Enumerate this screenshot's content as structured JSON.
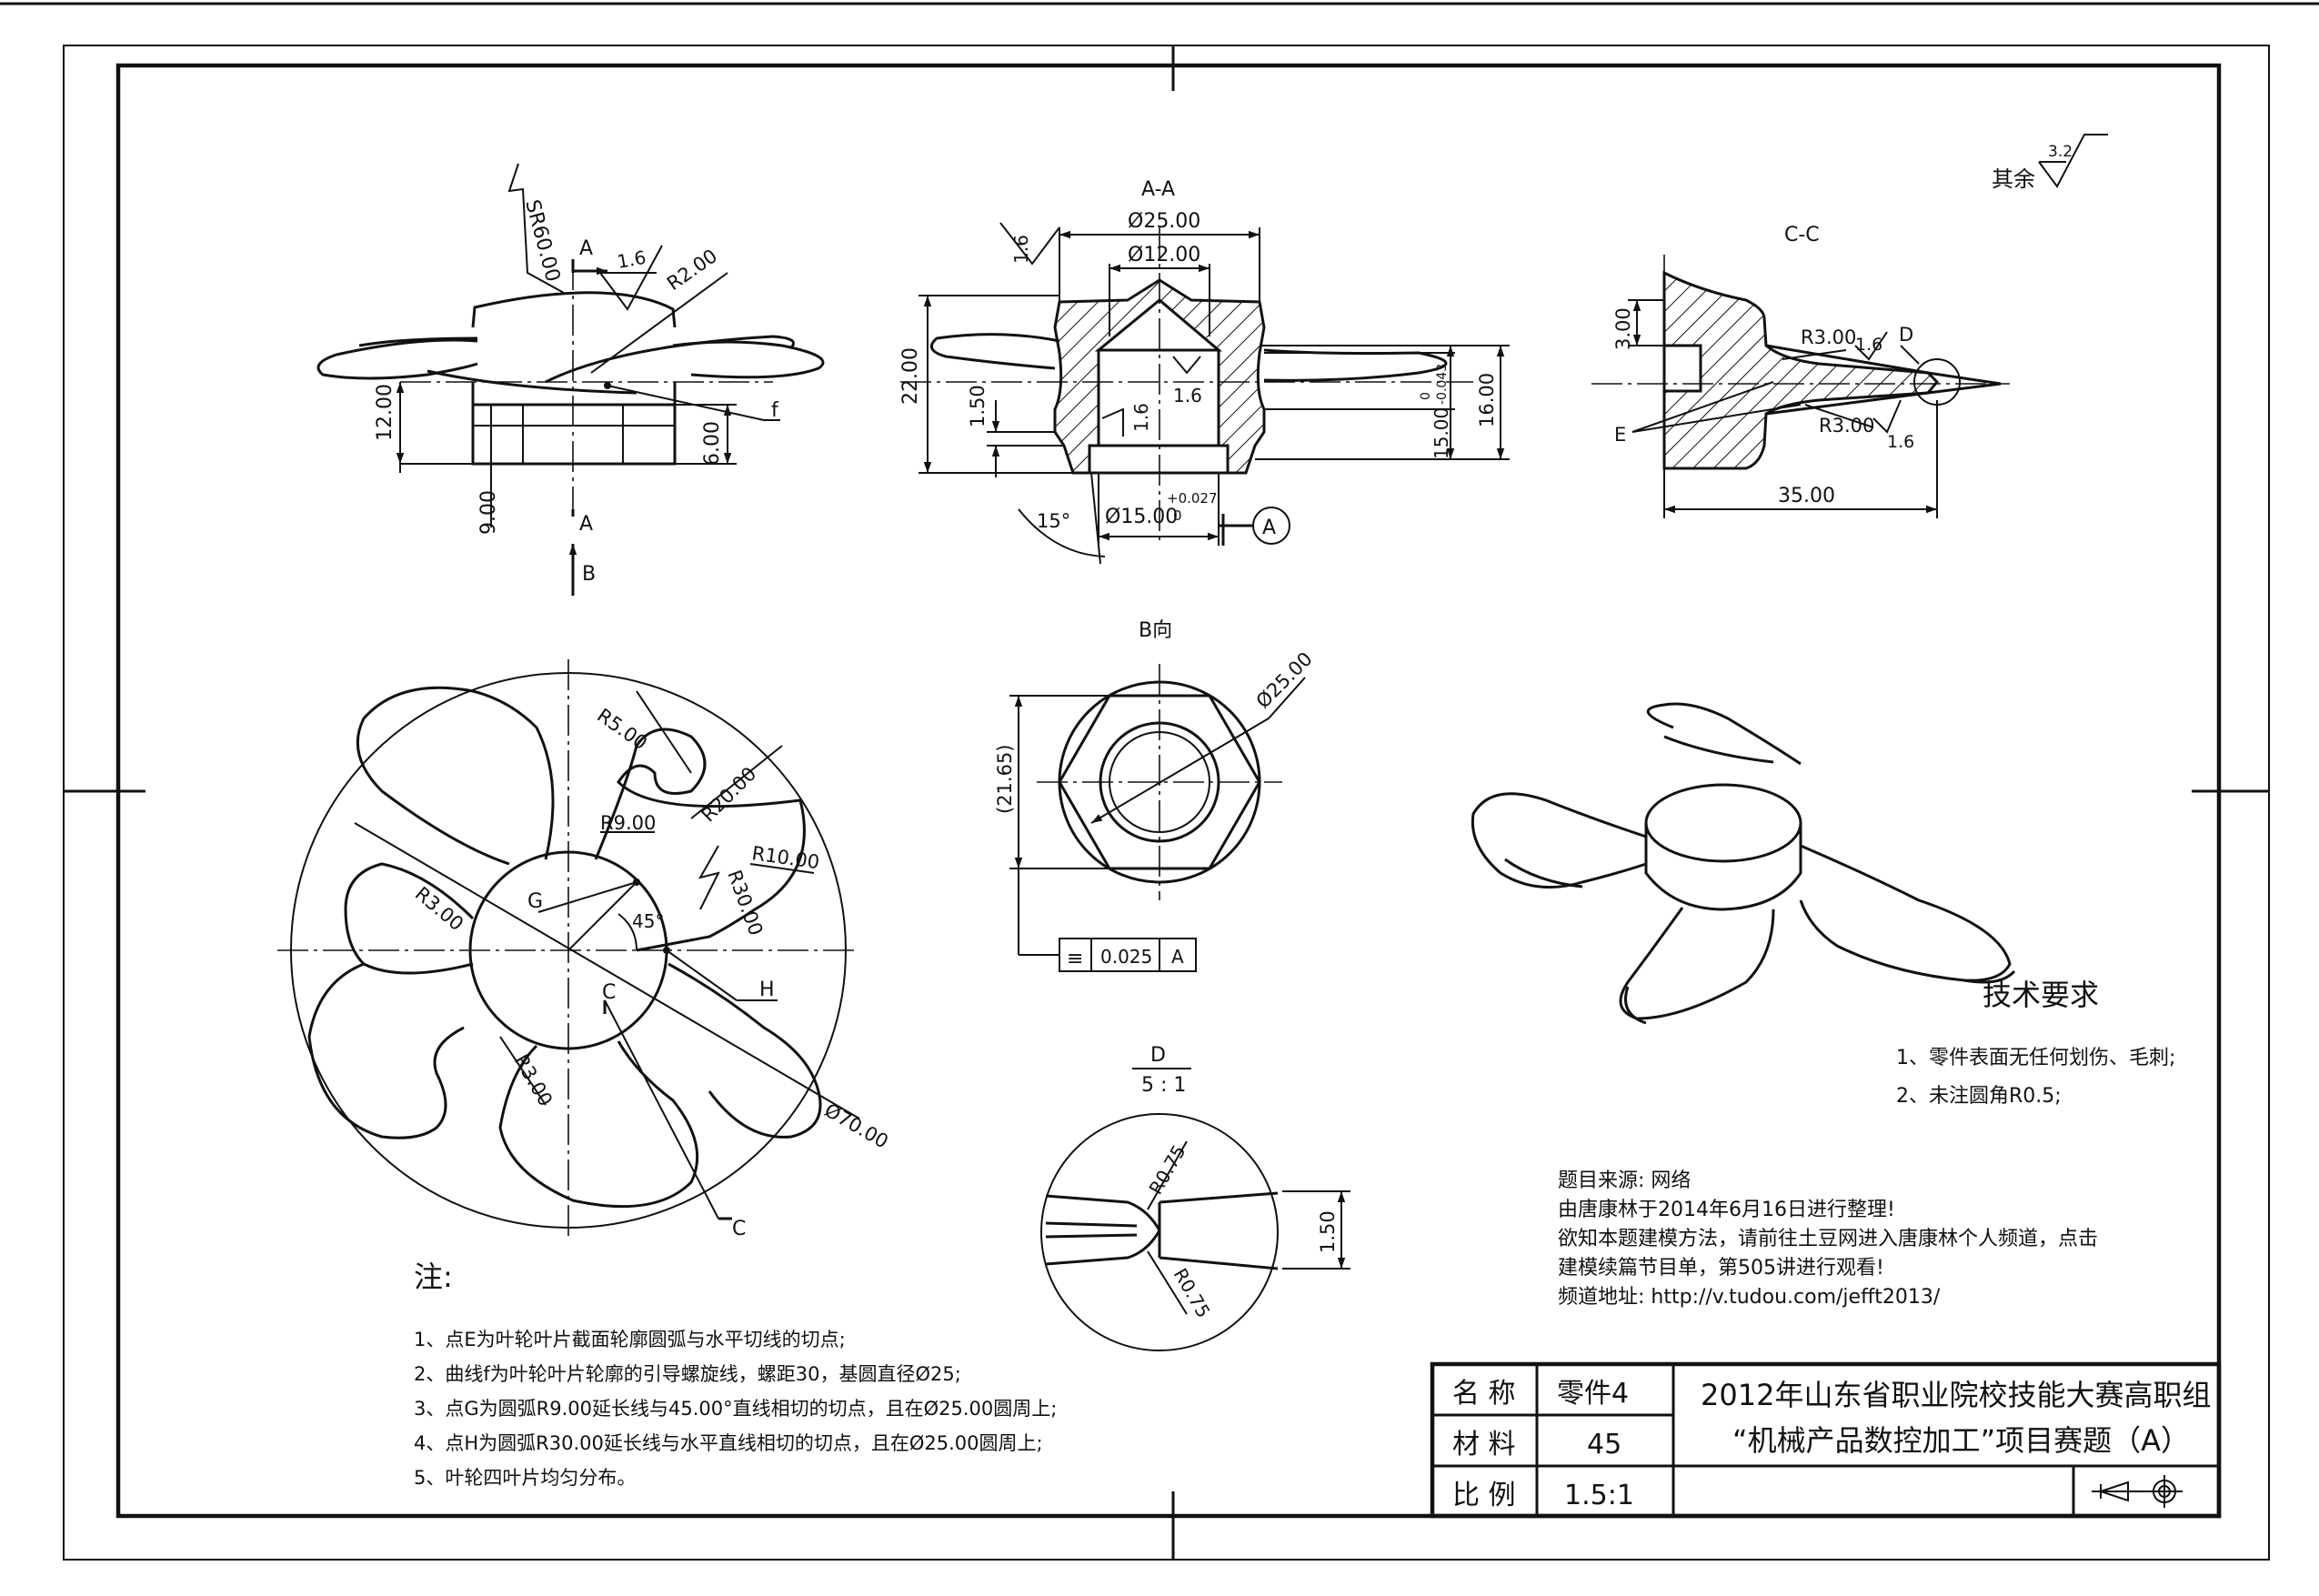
{
  "views": {
    "section_aa": "A-A",
    "section_cc": "C-C",
    "view_b": "B向",
    "detail_d": "D",
    "detail_scale": "5 : 1"
  },
  "roughness": {
    "label": "其余",
    "value": "3.2"
  },
  "dims_front": {
    "sr60": "SR60.00",
    "r2": "R2.00",
    "ra16": "1.6",
    "h12": "12.00",
    "h6": "6.00",
    "h9": "9.00",
    "curve_f": "f",
    "sec_a_top": "A",
    "sec_a_bot": "A",
    "arrow_b": "B"
  },
  "dims_aa": {
    "d25": "Ø25.00",
    "d12": "Ø12.00",
    "h22": "22.00",
    "h150": "1.50",
    "h15": "15.00",
    "tol15_upper": "0",
    "tol15_lower": "-0.043",
    "h16": "16.00",
    "angle15": "15°",
    "bore": "Ø15.00",
    "bore_tol_upper": "+0.027",
    "bore_tol_lower": "0",
    "datum": "A",
    "ra_a": "1.6",
    "ra_b": "1.6",
    "ra_c": "1.6"
  },
  "dims_cc": {
    "h3": "3.00",
    "r3_top": "R3.00",
    "ra_top": "1.6",
    "point_d": "D",
    "point_e": "E",
    "r3_bot": "R3.00",
    "ra_bot": "1.6",
    "w35": "35.00"
  },
  "dims_b": {
    "d25": "Ø25.00",
    "h2165": "(21.65)",
    "tol_symbol": "≡",
    "tol_value": "0.025",
    "tol_datum": "A"
  },
  "dims_top": {
    "r5": "R5.00",
    "r20": "R20.00",
    "r9": "R9.00",
    "r10": "R10.00",
    "r30": "R30.00",
    "r3a": "R3.00",
    "r3b": "R3.00",
    "g": "G",
    "angle45": "45°",
    "h": "H",
    "c_top": "C",
    "c_bot": "C",
    "d70": "Ø70.00"
  },
  "dims_detail": {
    "r075_top": "R0.75",
    "r075_bot": "R0.75",
    "h150": "1.50"
  },
  "tech": {
    "title": "技术要求",
    "items": [
      "1、零件表面无任何划伤、毛刺;",
      "2、未注圆角R0.5;"
    ]
  },
  "source": {
    "lines": [
      "题目来源: 网络",
      "由唐康林于2014年6月16日进行整理!",
      "欲知本题建模方法，请前往土豆网进入唐康林个人频道，点击",
      "建模续篇节目单，第505讲进行观看!",
      "频道地址: http://v.tudou.com/jefft2013/"
    ]
  },
  "notes": {
    "title": "注:",
    "items": [
      "1、点E为叶轮叶片截面轮廓圆弧与水平切线的切点;",
      "2、曲线f为叶轮叶片轮廓的引导螺旋线，螺距30，基圆直径Ø25;",
      "3、点G为圆弧R9.00延长线与45.00°直线相切的切点，且在Ø25.00圆周上;",
      "4、点H为圆弧R30.00延长线与水平直线相切的切点，且在Ø25.00圆周上;",
      "5、叶轮四叶片均匀分布。"
    ]
  },
  "title_block": {
    "name_label": "名 称",
    "name_value": "零件4",
    "material_label": "材 料",
    "material_value": "45",
    "scale_label": "比 例",
    "scale_value": "1.5:1",
    "title_line1": "2012年山东省职业院校技能大赛高职组",
    "title_line2": "“机械产品数控加工”项目赛题（A）"
  }
}
